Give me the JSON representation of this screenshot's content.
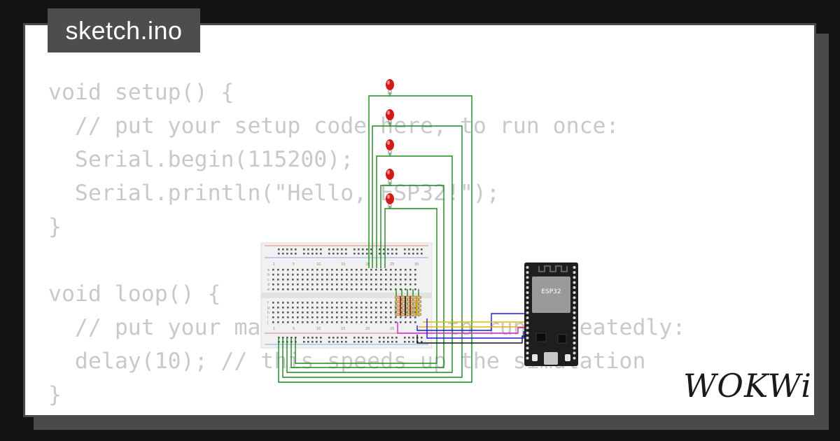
{
  "file_tab": {
    "label": "sketch.ino"
  },
  "code": {
    "lines": [
      "void setup() {",
      "  // put your setup code here, to run once:",
      "  Serial.begin(115200);",
      "  Serial.println(\"Hello, ESP32!\");",
      "}",
      "",
      "void loop() {",
      "  // put your main code here, to run repeatedly:",
      "  delay(10); // this speeds up the simulation",
      "}"
    ]
  },
  "breadboard": {
    "column_numbers": [
      "1",
      "5",
      "10",
      "15",
      "20",
      "25",
      "30"
    ],
    "row_letters_top": [
      "a",
      "b",
      "c",
      "d",
      "e"
    ],
    "row_letters_bottom": [
      "f",
      "g",
      "h",
      "i",
      "j"
    ]
  },
  "board": {
    "chip_label": "ESP32"
  },
  "led_count": 5,
  "resistor_count": 5,
  "brand": {
    "logo_text": "WOKWi"
  },
  "colors": {
    "background": "#141414",
    "card_border": "#4a4a4a",
    "code_text": "#c9c9c9",
    "wire_green": "#1a8a1a",
    "wire_blue": "#1a1ad8",
    "wire_yellow": "#e6b800",
    "wire_magenta": "#d41ad4",
    "wire_black": "#111111",
    "led_red": "#d61a1a"
  }
}
